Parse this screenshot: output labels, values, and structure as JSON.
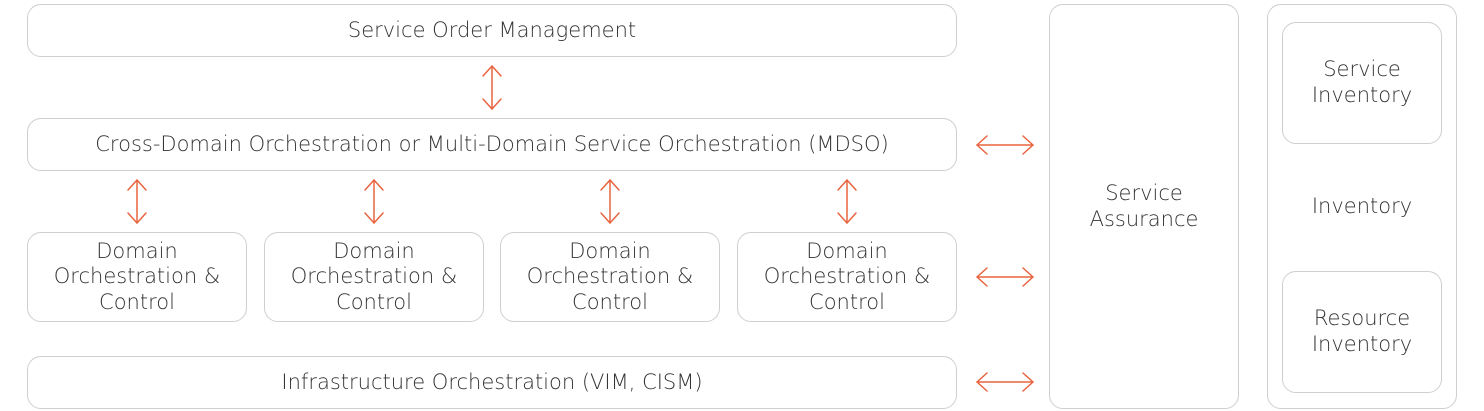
{
  "accent_color": "#e8633f",
  "service_order": {
    "label": "Service Order Management"
  },
  "mdso": {
    "label": "Cross-Domain Orchestration or Multi-Domain Service Orchestration (MDSO)"
  },
  "domains": [
    {
      "label": "Domain\nOrchestration &\nControl"
    },
    {
      "label": "Domain\nOrchestration &\nControl"
    },
    {
      "label": "Domain\nOrchestration &\nControl"
    },
    {
      "label": "Domain\nOrchestration &\nControl"
    }
  ],
  "infrastructure": {
    "label": "Infrastructure Orchestration (VIM, CISM)"
  },
  "service_assurance": {
    "label": "Service\nAssurance"
  },
  "inventory": {
    "label": "Inventory",
    "service_inventory": {
      "label": "Service\nInventory"
    },
    "resource_inventory": {
      "label": "Resource\nInventory"
    }
  }
}
